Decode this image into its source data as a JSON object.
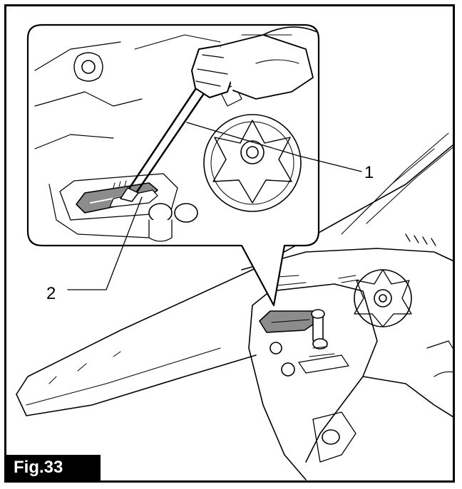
{
  "figure": {
    "label": "Fig.33",
    "callouts": [
      {
        "number": "1",
        "part": "screwdriver"
      },
      {
        "number": "2",
        "part": "lever"
      }
    ]
  },
  "colors": {
    "ink": "#000000",
    "paper": "#ffffff",
    "part_shade": "#8c8c8c",
    "badge_bg": "#000000",
    "badge_text": "#ffffff"
  }
}
